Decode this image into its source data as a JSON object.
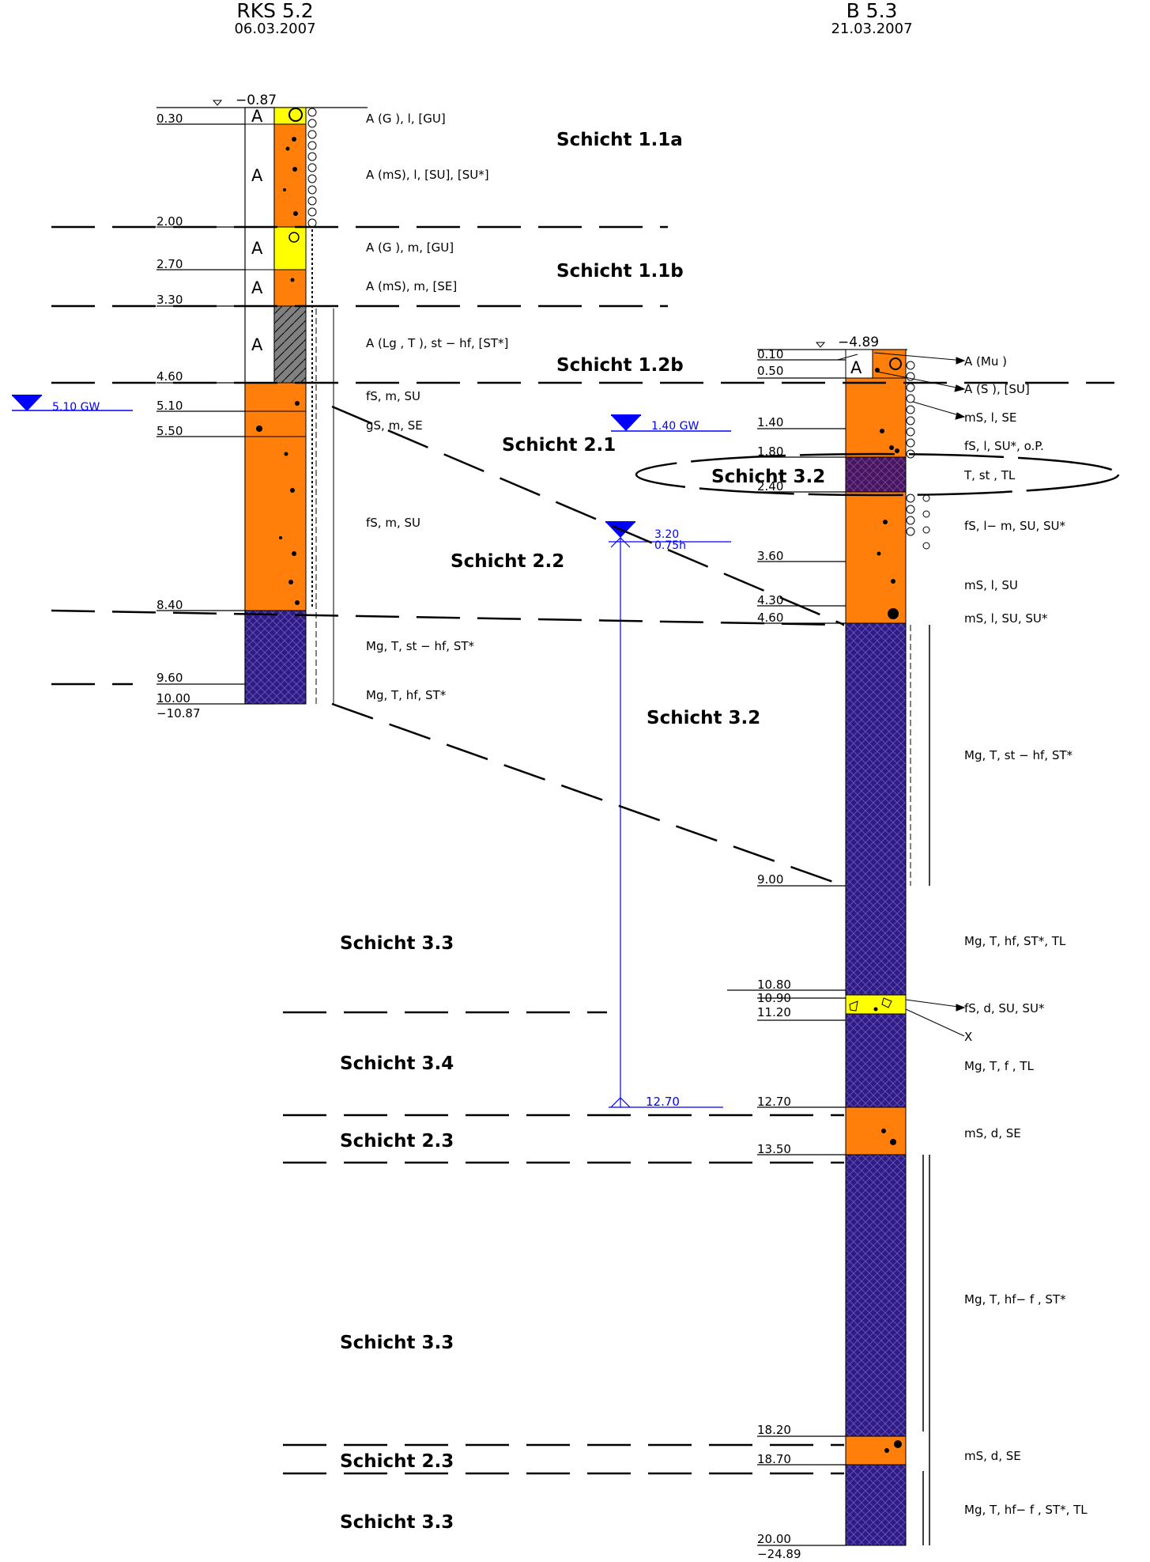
{
  "rks": {
    "title": "RKS  5.2",
    "date": "06.03.2007",
    "top_elev": "−0.87",
    "bottom_elev": "−10.87",
    "gw": "5.10  GW",
    "depths": [
      "0.30",
      "2.00",
      "2.70",
      "3.30",
      "4.60",
      "5.10",
      "5.50",
      "8.40",
      "9.60",
      "10.00"
    ],
    "descs": [
      "A (G ),   l,  [GU]",
      "A (mS),    l,  [SU], [SU*]",
      "A (G ),  m,  [GU]",
      "A (mS),  m,  [SE]",
      "A (Lg , T ),  st  −  hf,  [ST*]",
      "fS,  m,  SU",
      "gS,  m,  SE",
      "fS,  m,  SU",
      "Mg,  T,  st  −  hf,  ST*",
      "Mg,  T,  hf,  ST*"
    ],
    "column_letters": [
      "A",
      "A",
      "A",
      "A",
      "A"
    ]
  },
  "b": {
    "title": "B  5.3",
    "date": "21.03.2007",
    "top_elev": "−4.89",
    "bottom_elev": "−24.89",
    "gw": "1.40  GW",
    "gw2_a": "3.20",
    "gw2_b": "0.75h",
    "gw_bottom": "12.70",
    "depths": [
      "0.10",
      "0.50",
      "1.40",
      "1.80",
      "2.40",
      "3.60",
      "4.30",
      "4.60",
      "9.00",
      "10.80",
      "10.90",
      "11.20",
      "12.70",
      "13.50",
      "18.20",
      "18.70",
      "20.00"
    ],
    "descs": [
      "A (Mu )",
      "A (S ),  [SU]",
      "mS,   l,  SE",
      "fS,   l,  SU*, o.P.",
      "T,  st  ,  TL",
      "fS,   l− m,  SU, SU*",
      "mS,   l,  SU",
      "mS,   l,  SU, SU*",
      "Mg,  T,  st  −  hf,  ST*",
      "Mg,  T,  hf,  ST*, TL",
      "fS,  d,  SU, SU*",
      "X",
      "Mg,  T,  f  ,  TL",
      "mS,  d,  SE",
      "Mg,  T,  hf− f  ,  ST*",
      "mS,  d,  SE",
      "Mg,  T,  hf− f  ,  ST*, TL"
    ],
    "column_letters": [
      "A"
    ]
  },
  "layers": [
    "Schicht 1.1a",
    "Schicht 1.1b",
    "Schicht 1.2b",
    "Schicht 2.1",
    "Schicht 3.2",
    "Schicht 2.2",
    "Schicht 3.2",
    "Schicht 3.3",
    "Schicht 3.4",
    "Schicht 2.3",
    "Schicht 3.3",
    "Schicht 2.3",
    "Schicht 3.3"
  ],
  "colors": {
    "fill": "#ff7f0a",
    "gravel": "#ffff00",
    "clay": "#2b1c86",
    "clay_alt": "#451660",
    "peat": "#3f0a66",
    "mud": "#808080",
    "gw": "#0000ff"
  },
  "icons": [
    "groundwater-triangle-icon",
    "surface-marker-icon"
  ]
}
